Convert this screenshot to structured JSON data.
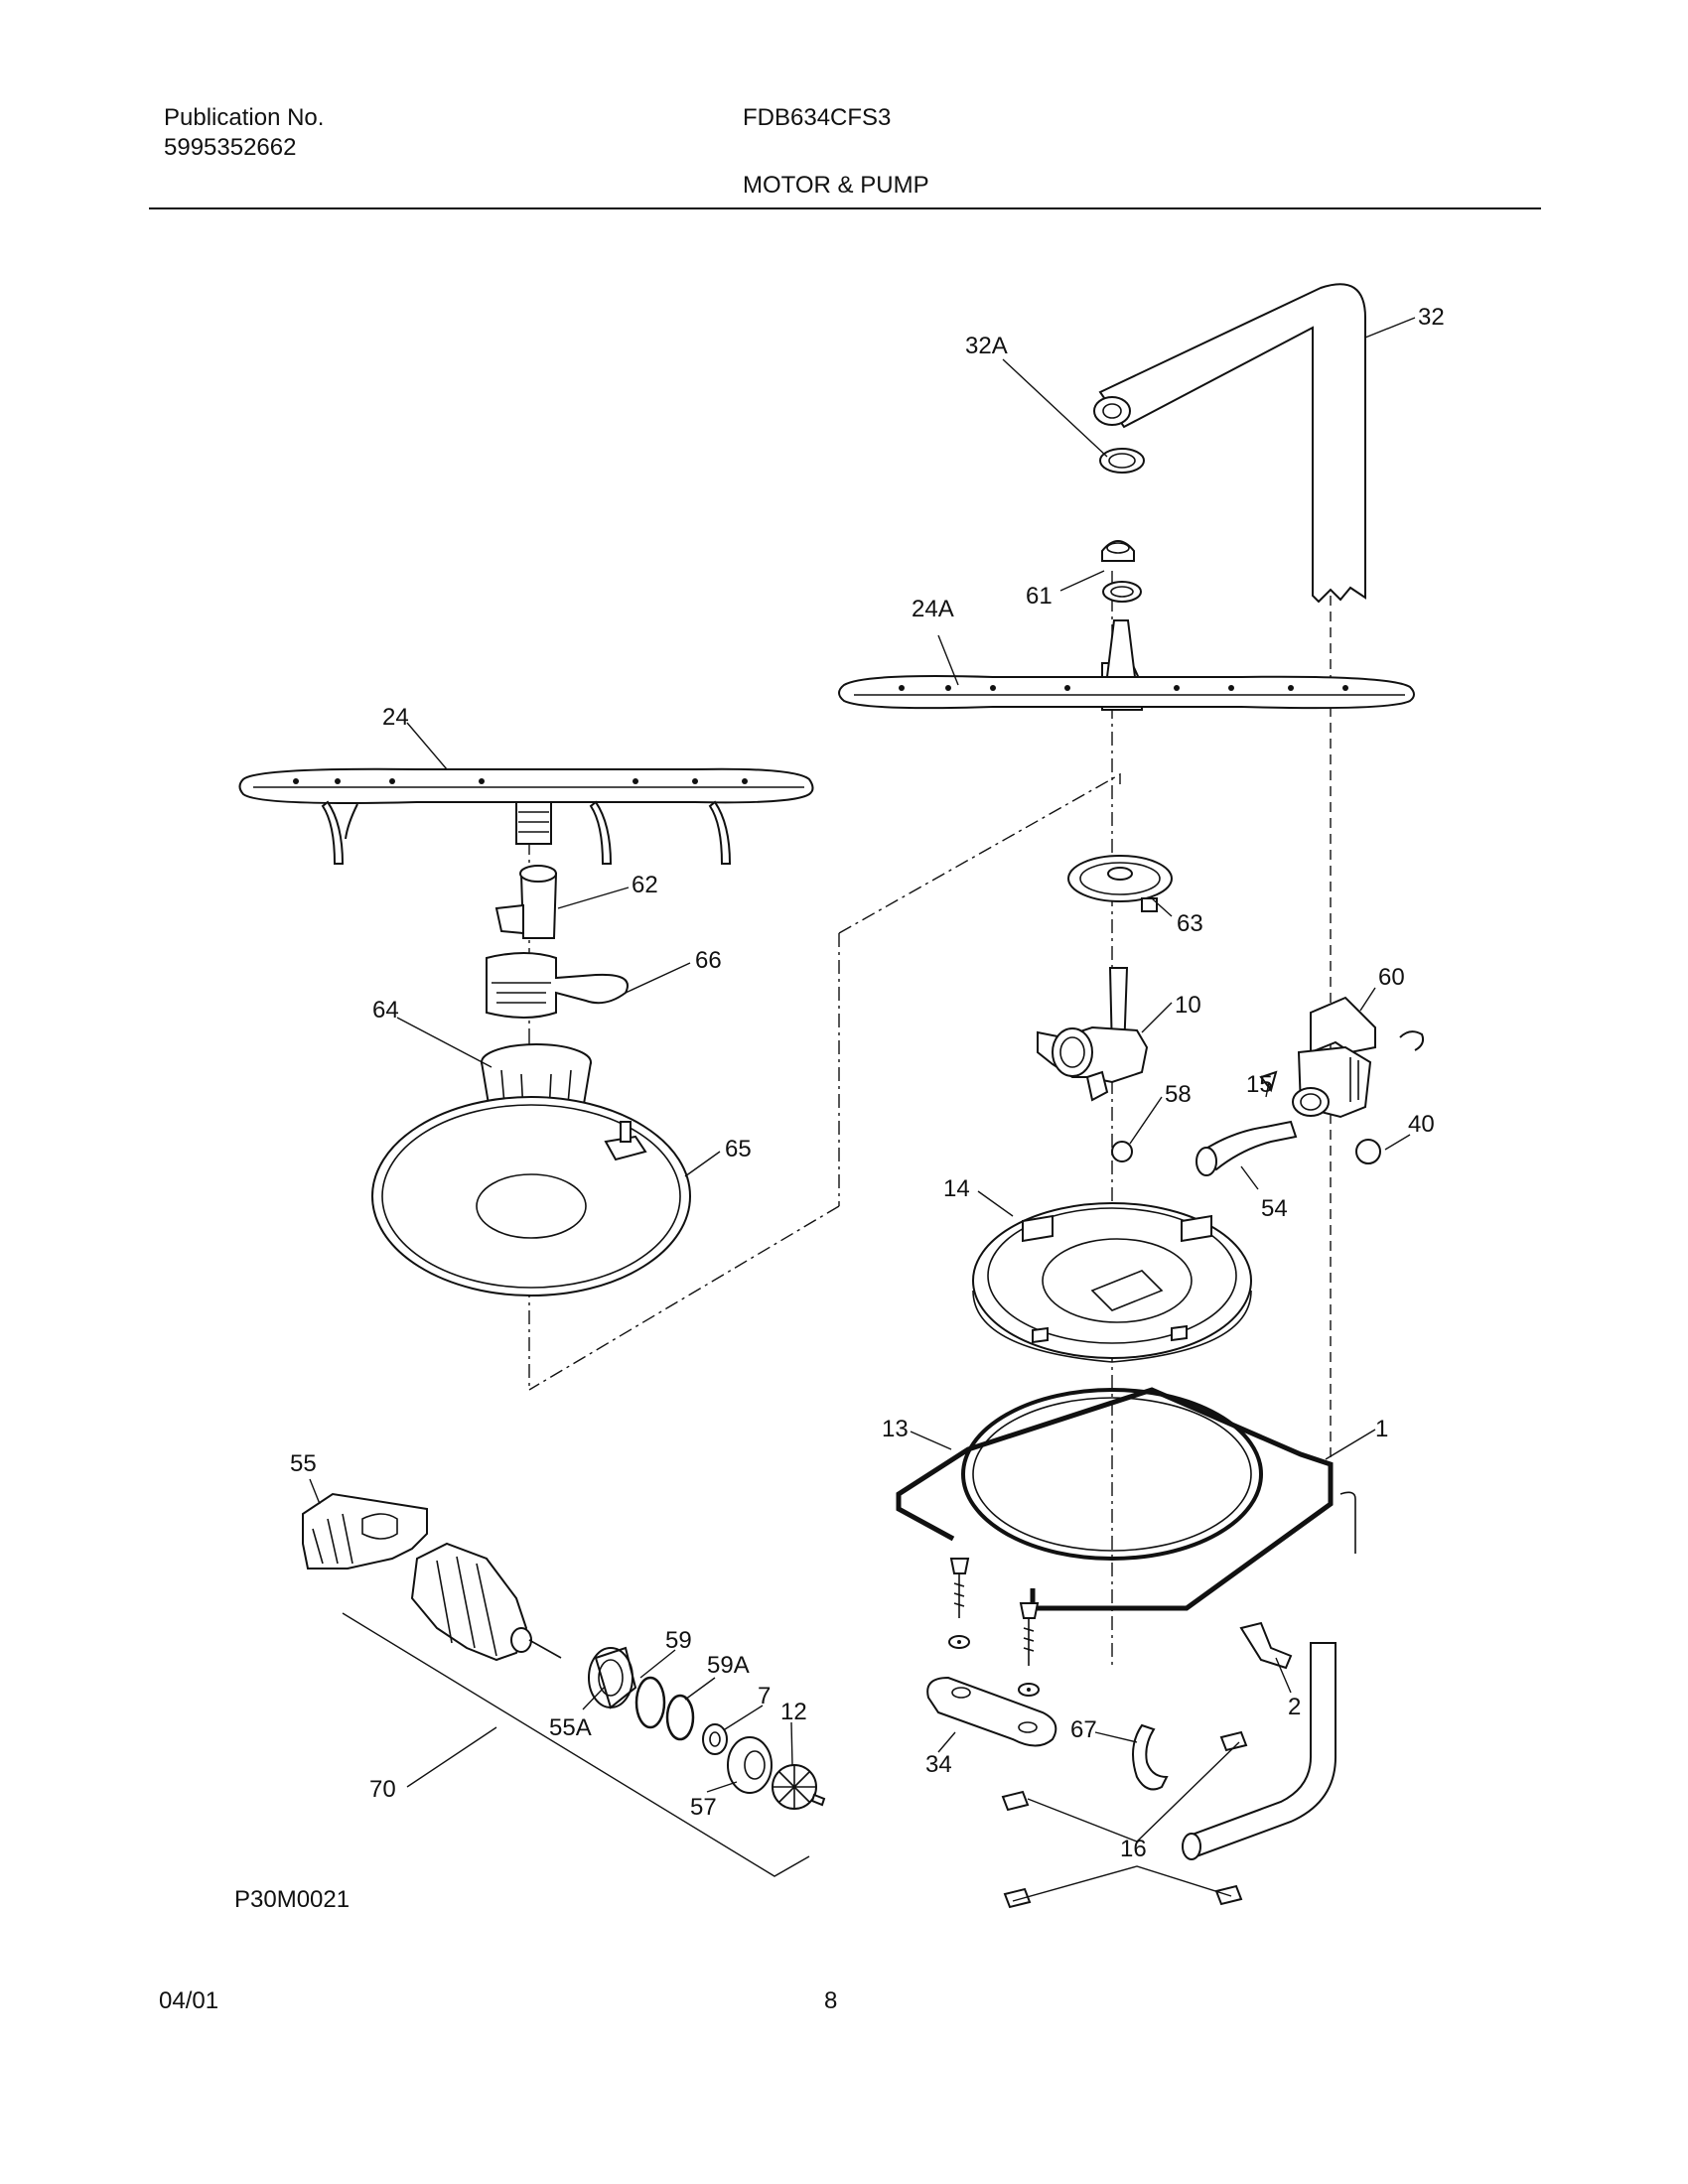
{
  "header": {
    "publication_label": "Publication No.",
    "publication_number": "5995352662",
    "model": "FDB634CFS3",
    "section_title": "MOTOR & PUMP"
  },
  "drawing_id": "P30M0021",
  "footer": {
    "date": "04/01",
    "page": "8"
  },
  "callouts": {
    "c32A": "32A",
    "c32": "32",
    "c61": "61",
    "c24A": "24A",
    "c24": "24",
    "c62": "62",
    "c63": "63",
    "c66": "66",
    "c64": "64",
    "c10": "10",
    "c60": "60",
    "c15": "15",
    "c58": "58",
    "c40": "40",
    "c65": "65",
    "c14": "14",
    "c54": "54",
    "c55": "55",
    "c13": "13",
    "c1": "1",
    "c59": "59",
    "c59A": "59A",
    "c7": "7",
    "c12": "12",
    "c55A": "55A",
    "c2": "2",
    "c67": "67",
    "c70": "70",
    "c57": "57",
    "c34": "34",
    "c16": "16"
  }
}
